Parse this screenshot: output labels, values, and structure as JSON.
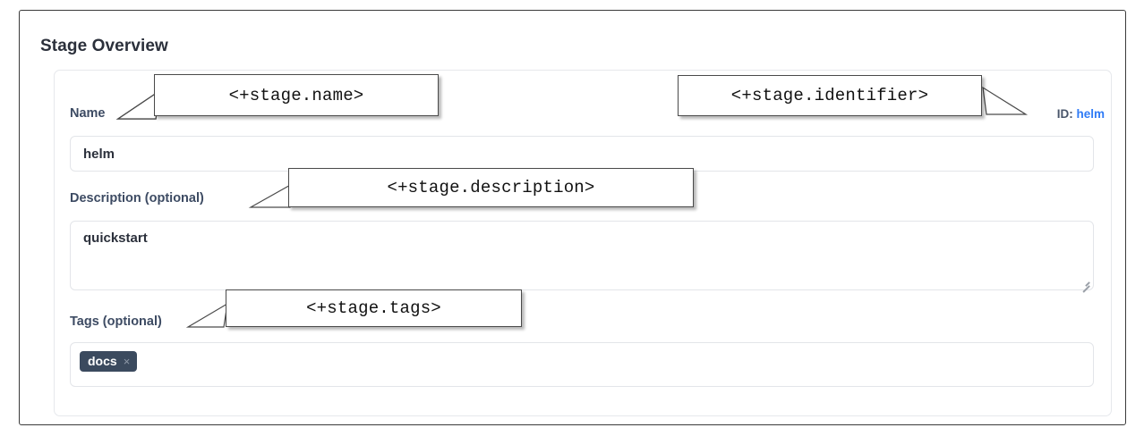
{
  "page": {
    "section_title": "Stage Overview"
  },
  "form": {
    "name": {
      "label": "Name",
      "value": "helm",
      "placeholder": ""
    },
    "identifier": {
      "prefix": "ID:",
      "value": "helm"
    },
    "description": {
      "label": "Description (optional)",
      "value": "quickstart",
      "placeholder": ""
    },
    "tags": {
      "label": "Tags (optional)",
      "pills": [
        {
          "text": "docs",
          "remove_icon": "×"
        }
      ]
    }
  },
  "callouts": [
    {
      "id": "name",
      "text": "<+stage.name>"
    },
    {
      "id": "identifier",
      "text": "<+stage.identifier>"
    },
    {
      "id": "description",
      "text": "<+stage.description>"
    },
    {
      "id": "tags",
      "text": "<+stage.tags>"
    }
  ],
  "colors": {
    "label": "#3d4b63",
    "id_link": "#2f7bf6",
    "tag_pill_bg": "#3b4a5e",
    "frame_border": "#3a3a3a",
    "card_border": "#e6e8ec",
    "input_border": "#e3e5e9"
  }
}
